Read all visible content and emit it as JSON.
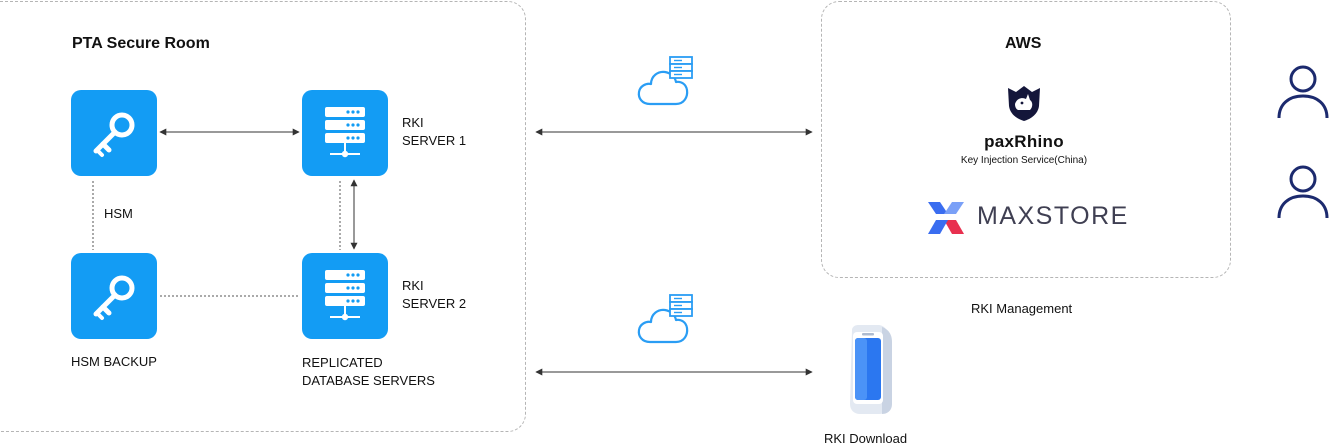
{
  "secure_room": {
    "title": "PTA Secure Room",
    "hsm_label": "HSM",
    "hsm_backup_label": "HSM BACKUP",
    "server1_label": [
      "RKI",
      "SERVER 1"
    ],
    "server2_label": [
      "RKI",
      "SERVER 2"
    ],
    "replicated_label": [
      "REPLICATED",
      "DATABASE SERVERS"
    ]
  },
  "aws": {
    "title": "AWS",
    "paxrhino_name": "paxRhino",
    "paxrhino_sub": "Key Injection Service(China)",
    "maxstore_name": "MAXSTORE",
    "caption": "RKI Management"
  },
  "download": {
    "caption": "RKI Download"
  },
  "icons": {
    "tile_color": "#139cf4",
    "cloud_color": "#2a9df4",
    "person_color": "#1c2a6e",
    "phone_color": "#2b77f0",
    "maxstore_blue": "#3a6df0",
    "maxstore_red": "#e8304f"
  }
}
